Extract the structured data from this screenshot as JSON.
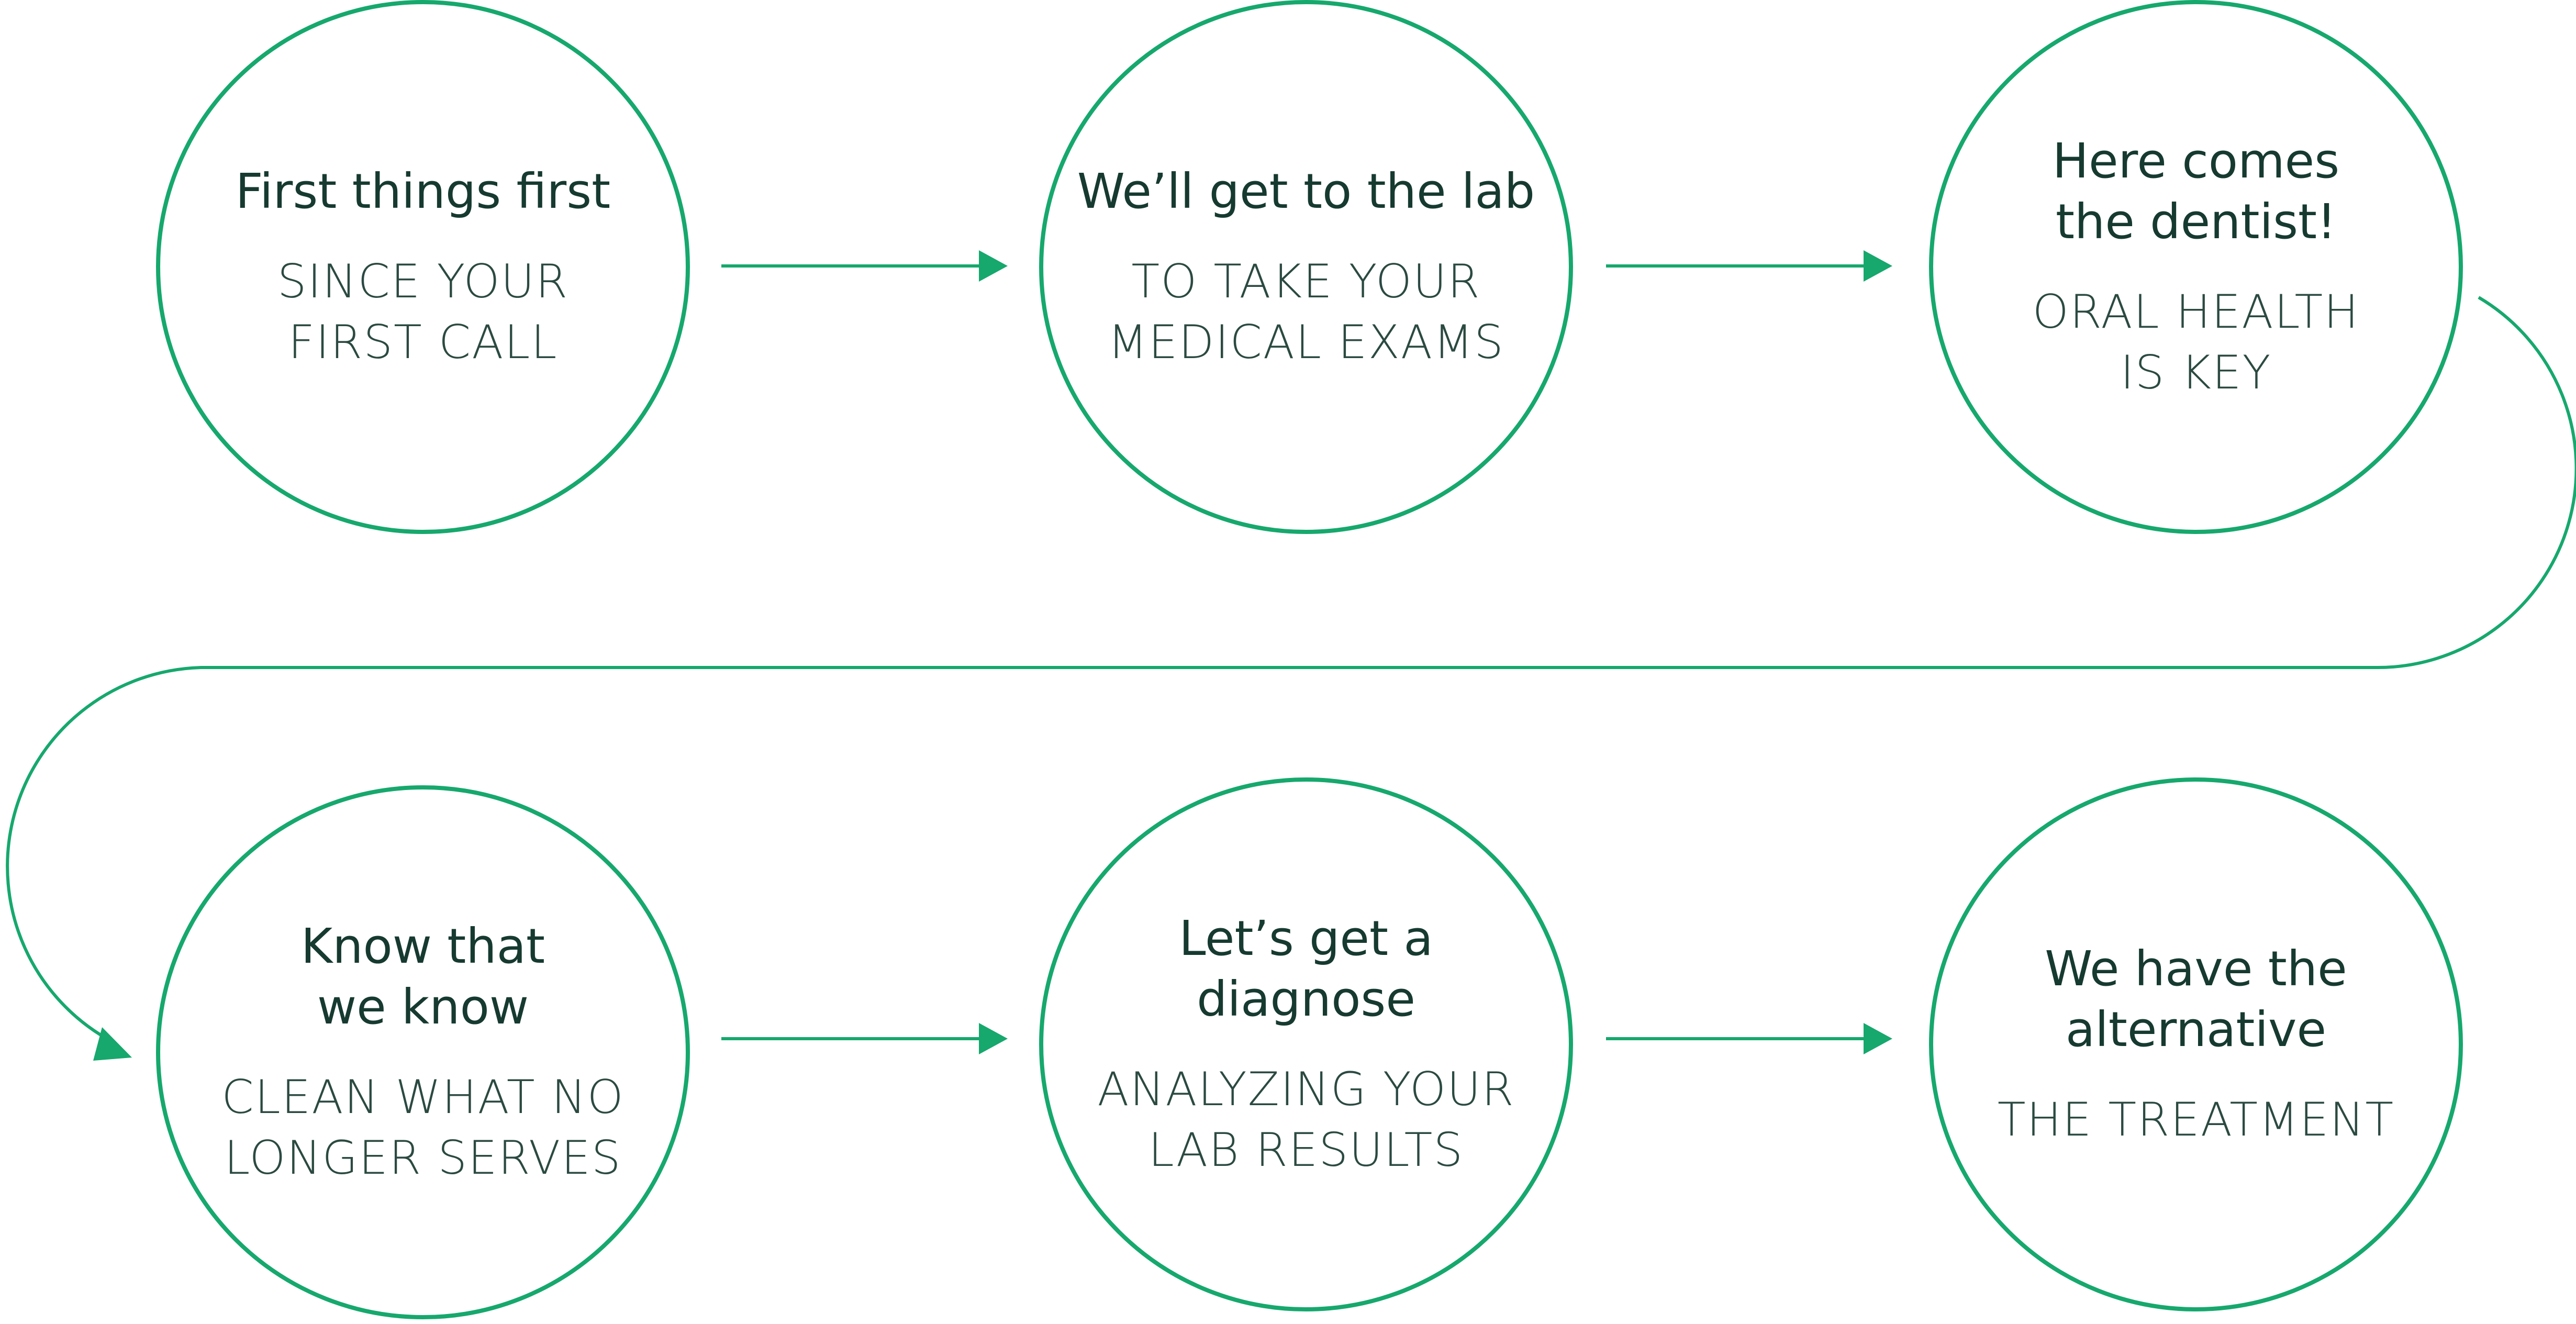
{
  "colors": {
    "accent": "#16a86d",
    "title_text": "#163a30",
    "subtitle_text": "#2b4a41",
    "background": "#ffffff"
  },
  "steps": [
    {
      "title": "First things first",
      "subtitle": "SINCE YOUR\nFIRST CALL"
    },
    {
      "title": "We’ll get to the lab",
      "subtitle": "TO TAKE YOUR\nMEDICAL EXAMS"
    },
    {
      "title": "Here comes\nthe dentist!",
      "subtitle": "ORAL HEALTH\nIS KEY"
    },
    {
      "title": "Know that\nwe know",
      "subtitle": "CLEAN WHAT NO\nLONGER SERVES"
    },
    {
      "title": "Let’s get a\ndiagnose",
      "subtitle": "ANALYZING YOUR\nLAB RESULTS"
    },
    {
      "title": "We have the\nalternative",
      "subtitle": "THE TREATMENT"
    }
  ]
}
